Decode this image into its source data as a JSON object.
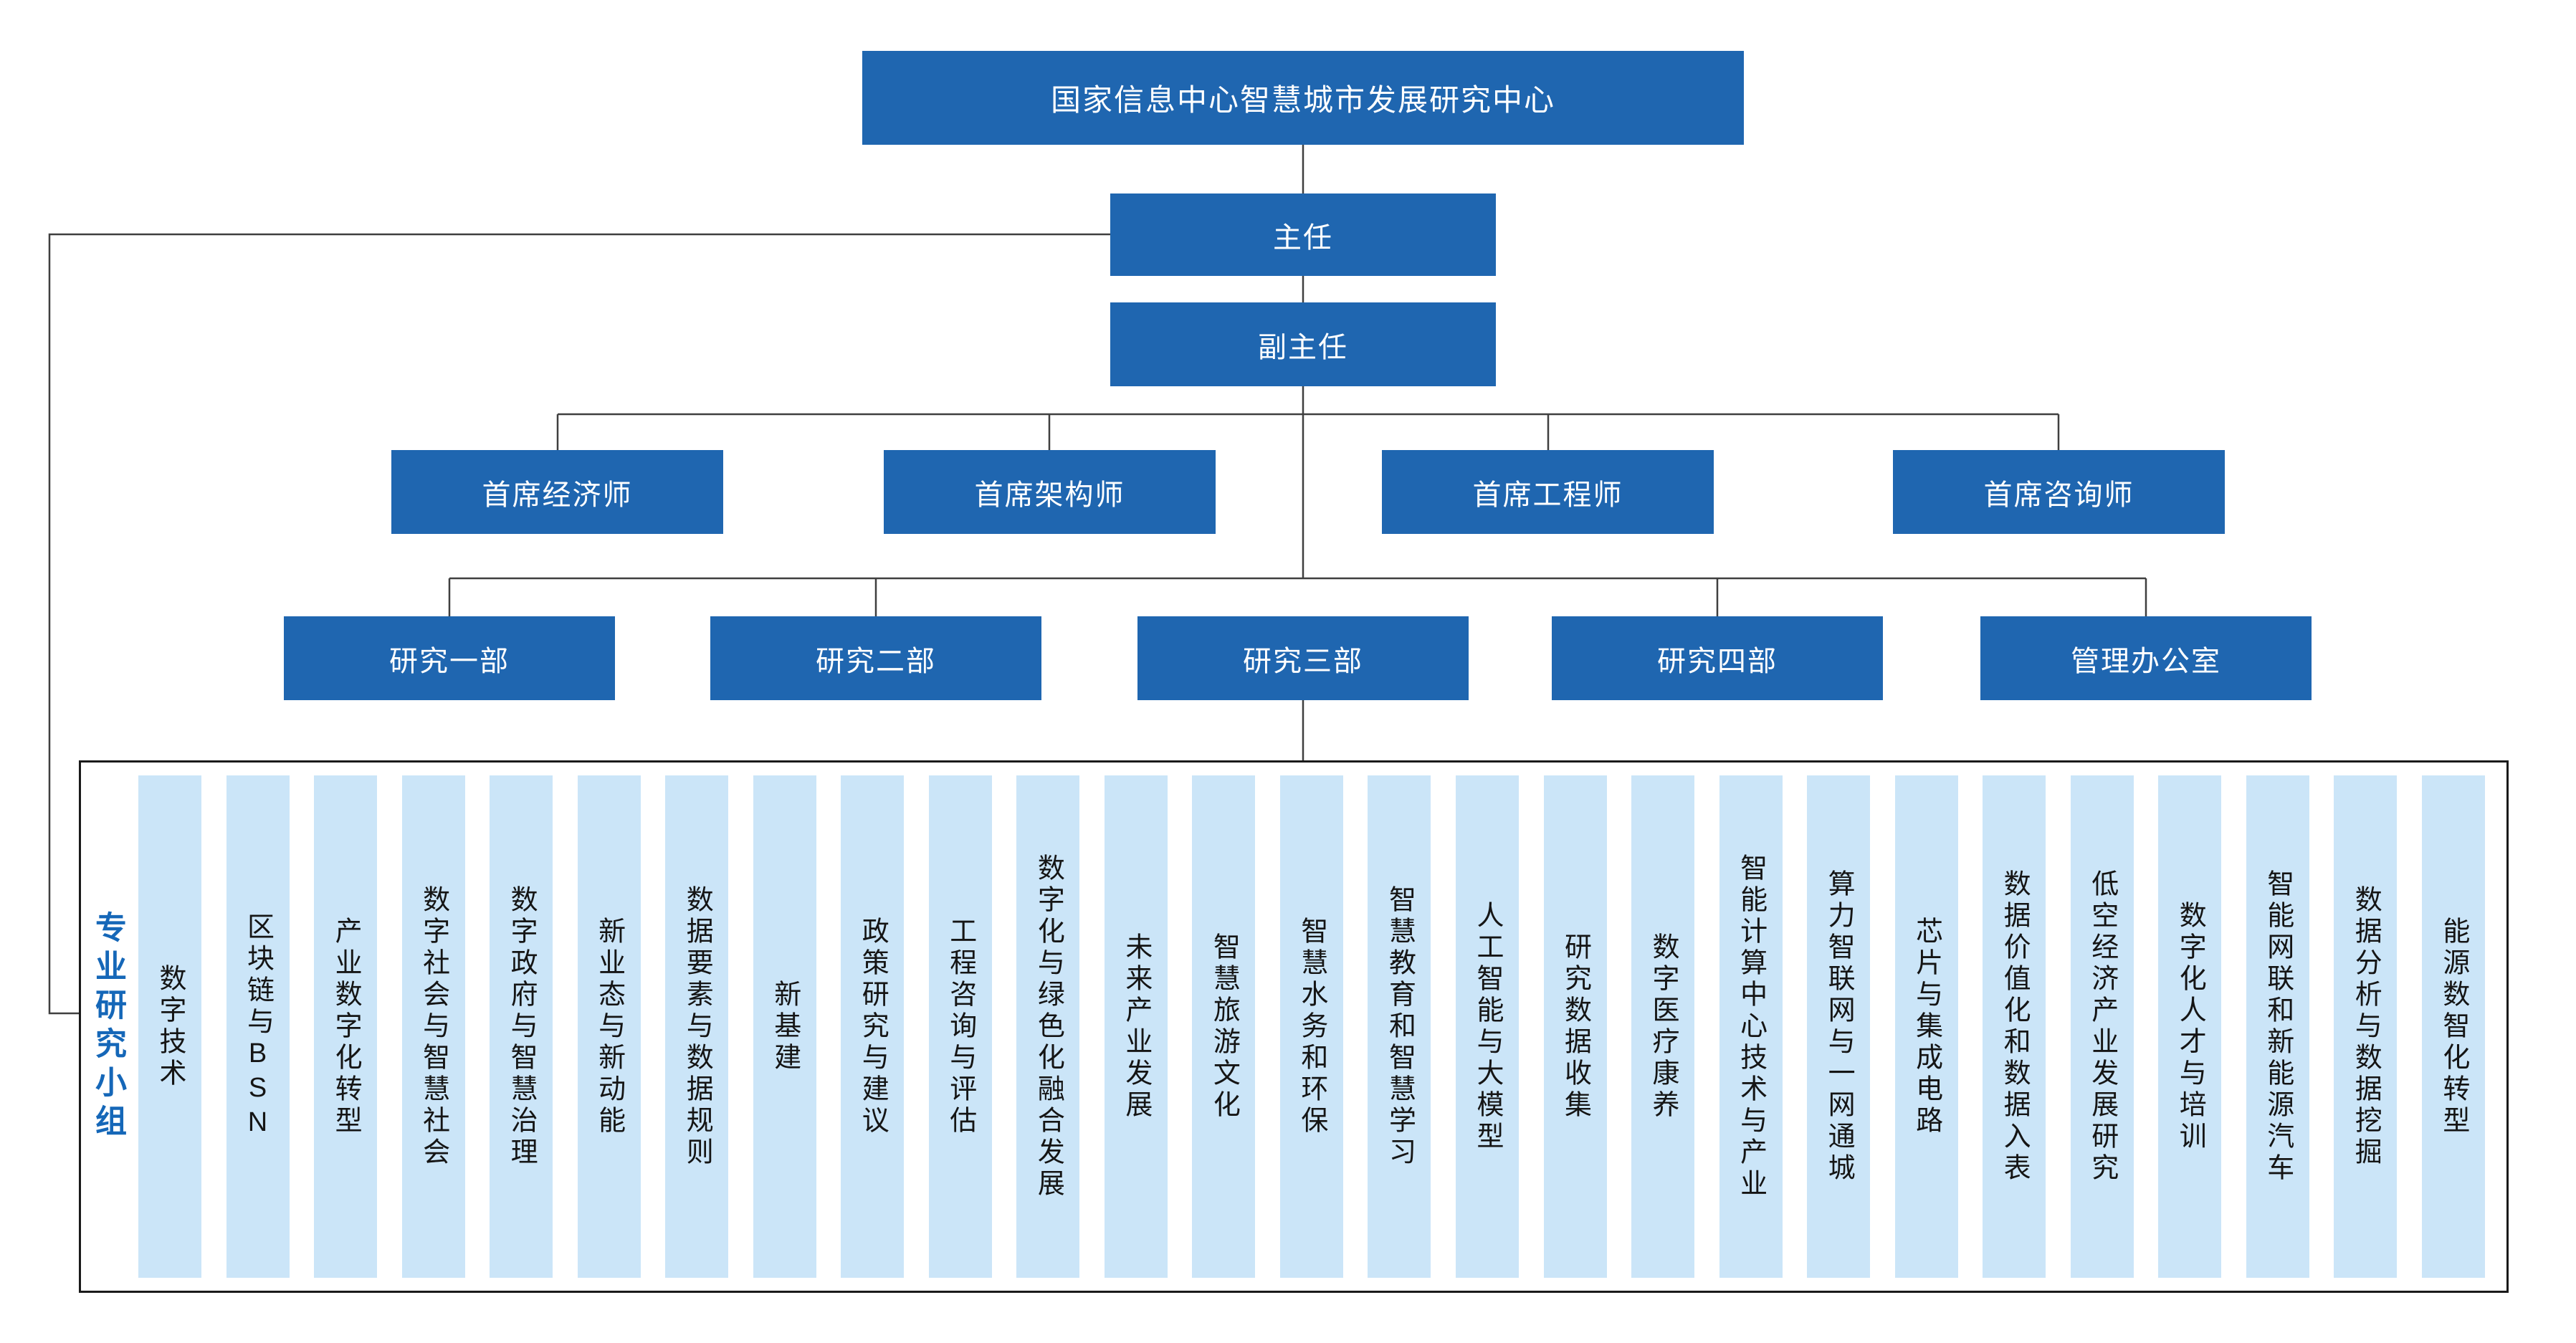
{
  "title": "国家信息中心智慧城市发展研究中心",
  "director": "主任",
  "deputy_director": "副主任",
  "chiefs": [
    "首席经济师",
    "首席架构师",
    "首席工程师",
    "首席咨询师"
  ],
  "departments": [
    "研究一部",
    "研究二部",
    "研究三部",
    "研究四部",
    "管理办公室"
  ],
  "group_panel": {
    "label": "专业研究小组",
    "groups": [
      "数字技术",
      "区块链与BSN",
      "产业数字化转型",
      "数字社会与智慧社会",
      "数字政府与智慧治理",
      "新业态与新动能",
      "数据要素与数据规则",
      "新基建",
      "政策研究与建议",
      "工程咨询与评估",
      "数字化与绿色化融合发展",
      "未来产业发展",
      "智慧旅游文化",
      "智慧水务和环保",
      "智慧教育和智慧学习",
      "人工智能与大模型",
      "研究数据收集",
      "数字医疗康养",
      "智能计算中心技术与产业",
      "算力智联网与一网通城",
      "芯片与集成电路",
      "数据价值化和数据入表",
      "低空经济产业发展研究",
      "数字化人才与培训",
      "智能网联和新能源汽车",
      "数据分析与数据挖掘",
      "能源数智化转型"
    ]
  },
  "colors": {
    "node_blue": "#1F66B0",
    "group_light_blue": "#CBE5F8",
    "panel_label_blue": "#1567B8",
    "line": "#3f3f3f"
  }
}
